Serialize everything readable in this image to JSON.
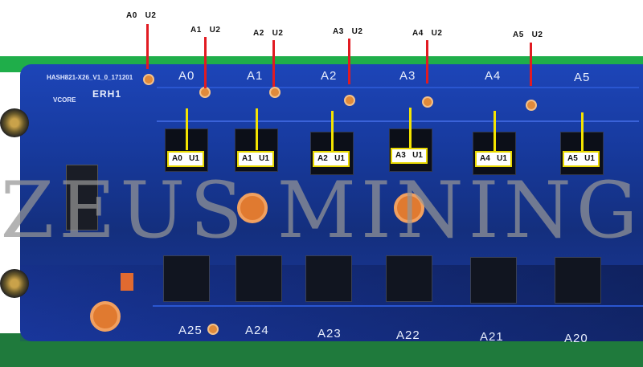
{
  "board": {
    "model": "HASH821-X26_V1_0_171201",
    "erh": "ERH1",
    "vcore": "VCORE",
    "top_labels": [
      "A0",
      "A1",
      "A2",
      "A3",
      "A4",
      "A5"
    ],
    "bottom_labels": [
      "A25",
      "A24",
      "A23",
      "A22",
      "A21",
      "A20"
    ]
  },
  "annotations_u2": [
    "A0   U2",
    "A1   U2",
    "A2   U2",
    "A3   U2",
    "A4   U2",
    "A5   U2"
  ],
  "annotations_u1": [
    "A0   U1",
    "A1   U1",
    "A2   U1",
    "A3   U1",
    "A4   U1",
    "A5   U1"
  ],
  "watermark": "ZEUS MINING",
  "colors": {
    "marker_u2": "#e11b22",
    "marker_u1": "#f4e400",
    "board": "#173a9e",
    "pcb_green": "#1fae4a"
  }
}
